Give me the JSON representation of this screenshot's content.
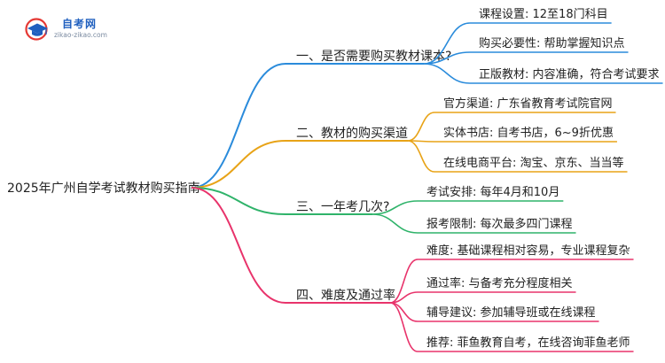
{
  "logo": {
    "name": "自考网",
    "url": "zikao-zikao.com"
  },
  "root": {
    "label": "2025年广州自学考试教材购买指南"
  },
  "branches": [
    {
      "label": "一、是否需要购买教材课本?",
      "color": "#2a8bdb",
      "leaves": [
        "课程设置: 12至18门科目",
        "购买必要性: 帮助掌握知识点",
        "正版教材: 内容准确，符合考试要求"
      ]
    },
    {
      "label": "二、教材的购买渠道",
      "color": "#e8a317",
      "leaves": [
        "官方渠道: 广东省教育考试院官网",
        "实体书店: 自考书店，6~9折优惠",
        "在线电商平台: 淘宝、京东、当当等"
      ]
    },
    {
      "label": "三、一年考几次?",
      "color": "#2fb36a",
      "leaves": [
        "考试安排: 每年4月和10月",
        "报考限制: 每次最多四门课程"
      ]
    },
    {
      "label": "四、难度及通过率",
      "color": "#e8336b",
      "leaves": [
        "难度: 基础课程相对容易，专业课程复杂",
        "通过率: 与备考充分程度相关",
        "辅导建议: 参加辅导班或在线课程",
        "推荐: 菲鱼教育自考，在线咨询菲鱼老师"
      ]
    }
  ]
}
